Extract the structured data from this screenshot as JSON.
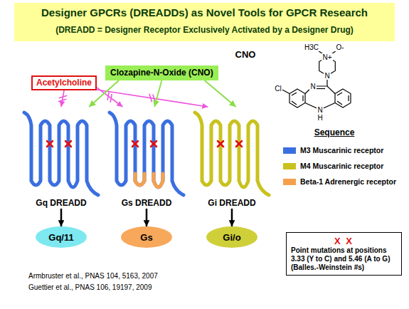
{
  "diagram": {
    "title": "Designer GPCRs (DREADDs) as Novel Tools for GPCR Research",
    "nodes": [
      {
        "text": [
          "Acetylcholine"
        ]
      },
      {
        "text": [
          "Clozapine-N-Oxide (CNO)"
        ]
      },
      {
        "text": [
          "Gq DREADD"
        ]
      },
      {
        "text": [
          "Gs DREADD"
        ]
      },
      {
        "text": [
          "Gi DREADD"
        ]
      },
      {
        "text": [
          "Gq/11"
        ]
      },
      {
        "text": [
          "Gs"
        ]
      },
      {
        "text": [
          "Gi/o"
        ]
      },
      {
        "text": [
          "X X",
          "Point mutations at positions 3.33 (Y to C) and 5.46 (A to G) (Balles.-Weinstein #s)"
        ]
      }
    ],
    "edges": [
      {
        "from": 0,
        "to": 2,
        "arrow": "to"
      },
      {
        "from": 0,
        "to": 3,
        "arrow": "to"
      },
      {
        "from": 0,
        "to": 4,
        "arrow": "to"
      },
      {
        "from": 1,
        "to": 2,
        "arrow": "to"
      },
      {
        "from": 1,
        "to": 3,
        "arrow": "to"
      },
      {
        "from": 1,
        "to": 4,
        "arrow": "to"
      },
      {
        "from": 2,
        "to": 5,
        "arrow": "to"
      },
      {
        "from": 3,
        "to": 6,
        "arrow": "to"
      },
      {
        "from": 4,
        "to": 7,
        "arrow": "to"
      }
    ],
    "labels": [
      "(DREADD = Designer Receptor Exclusively Activated by a Designer Drug)",
      "CNO",
      "H3C",
      "O-",
      "N+",
      "N",
      "N",
      "Cl",
      "N",
      "H",
      "Sequence",
      "Armbruster et al., PNAS 104, 5163, 2007",
      "Guettier et al., PNAS 106, 19197, 2009"
    ],
    "legend": [
      {
        "text": "M3 Muscarinic receptor",
        "color": "#3b6fe0"
      },
      {
        "text": "M4 Muscarinic receptor",
        "color": "#c9c21e"
      },
      {
        "text": "Beta-1 Adrenergic receptor",
        "color": "#f6a04d"
      }
    ]
  }
}
